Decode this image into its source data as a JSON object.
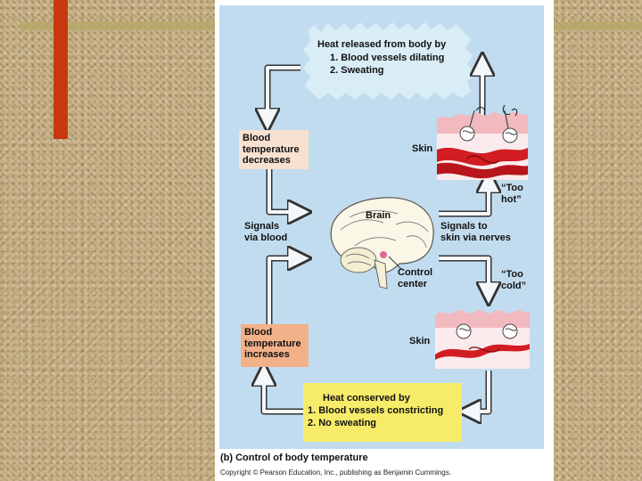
{
  "heat_released": {
    "title": "Heat released from body by",
    "item1": "1.  Blood vessels dilating",
    "item2": "2.  Sweating"
  },
  "blood_temp_decreases": "Blood\ntemperature\ndecreases",
  "skin_top": "Skin",
  "too_hot": "“Too\nhot”",
  "brain": "Brain",
  "signals_blood": "Signals\nvia blood",
  "signals_nerves": "Signals to\nskin via nerves",
  "control_center": "Control\ncenter",
  "too_cold": "“Too\ncold”",
  "skin_bottom": "Skin",
  "blood_temp_increases": "Blood\ntemperature\nincreases",
  "heat_conserved": {
    "title": "Heat conserved by",
    "item1": "1.  Blood vessels constricting",
    "item2": "2.  No sweating"
  },
  "caption": "(b) Control of body temperature",
  "copyright": "Copyright © Pearson Education, Inc., publishing as Benjamin Cummings.",
  "colors": {
    "panel_bg": "#c2dcef",
    "cloud": "#d9edf6",
    "decrease_box": "#f7e1d1",
    "increase_box": "#f3b189",
    "conserved_box": "#f6ec6a",
    "blood_vessel": "#d21d23",
    "skin": "#f2b9bf",
    "accent_bar": "#c8380f"
  }
}
